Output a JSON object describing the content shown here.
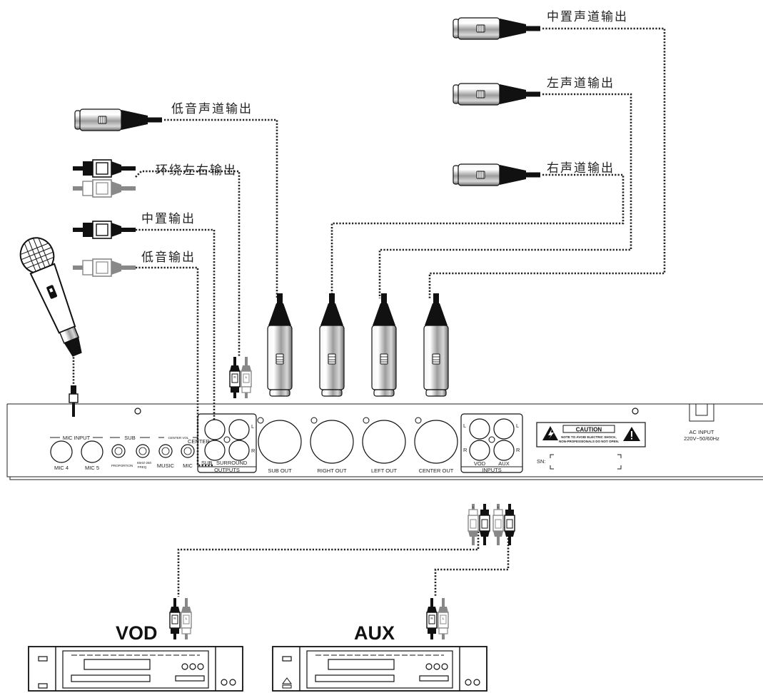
{
  "labels": {
    "center_channel_out": "中置声道输出",
    "left_channel_out": "左声道输出",
    "right_channel_out": "右声道输出",
    "sub_channel_out": "低音声道输出",
    "surround_lr_out": "环绕左右输出",
    "center_out": "中置输出",
    "sub_out_rca": "低音输出"
  },
  "panel": {
    "mic_input": "MIC INPUT",
    "mic4": "MIC 4",
    "mic5": "MIC 5",
    "sub": "SUB",
    "proportion": "PROPORTION",
    "freq_top": "65HZ-260",
    "freq_bottom": "FREQ",
    "center_vol": "CENTER VOL",
    "music": "MUSIC",
    "mic": "MIC",
    "center": "CENTER",
    "sub_jack": "SUB",
    "surround": "SURROUND",
    "l": "L",
    "r": "R",
    "outputs": "OUTPUTS",
    "sub_out": "SUB OUT",
    "right_out": "RIGHT OUT",
    "left_out": "LEFT OUT",
    "center_out": "CENTER OUT",
    "vod": "VOD",
    "aux": "AUX",
    "inputs": "INPUTS",
    "caution_title": "CAUTION",
    "caution_line1": "NOTE TO AVOID ELECTRIC SHOCK,",
    "caution_line2": "NON-PROFESSIONALS DO NOT OPEN.",
    "sn": "SN:",
    "ac_input": "AC INPUT",
    "ac_spec": "220V~50/60Hz"
  },
  "devices": {
    "vod": "VOD",
    "aux": "AUX"
  },
  "plug_marks": {
    "r": "R",
    "l": "L"
  }
}
